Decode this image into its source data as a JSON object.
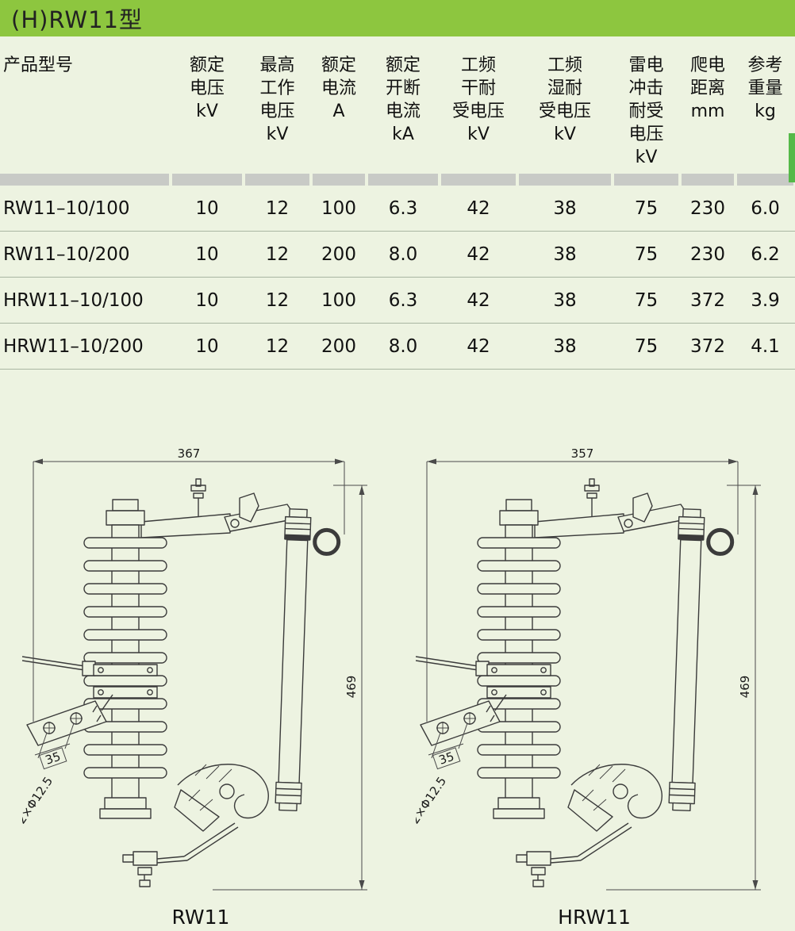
{
  "header": {
    "title": "(H)RW11型"
  },
  "table": {
    "columns": [
      "产品型号",
      "额定\n电压\nkV",
      "最高\n工作\n电压\nkV",
      "额定\n电流\nA",
      "额定\n开断\n电流\nkA",
      "工频\n干耐\n受电压\nkV",
      "工频\n湿耐\n受电压\nkV",
      "雷电\n冲击\n耐受\n电压\nkV",
      "爬电\n距离\nmm",
      "参考\n重量\nkg"
    ],
    "rows": [
      [
        "RW11–10/100",
        "10",
        "12",
        "100",
        "6.3",
        "42",
        "38",
        "75",
        "230",
        "6.0"
      ],
      [
        "RW11–10/200",
        "10",
        "12",
        "200",
        "8.0",
        "42",
        "38",
        "75",
        "230",
        "6.2"
      ],
      [
        "HRW11–10/100",
        "10",
        "12",
        "100",
        "6.3",
        "42",
        "38",
        "75",
        "372",
        "3.9"
      ],
      [
        "HRW11–10/200",
        "10",
        "12",
        "200",
        "8.0",
        "42",
        "38",
        "75",
        "372",
        "4.1"
      ]
    ]
  },
  "drawings": [
    {
      "caption": "RW11",
      "width_dim": "367",
      "height_dim": "469",
      "hole_spacing": "35",
      "hole_label": "2×Φ12.5"
    },
    {
      "caption": "HRW11",
      "width_dim": "357",
      "height_dim": "469",
      "hole_spacing": "35",
      "hole_label": "2×Φ12.5"
    }
  ],
  "colors": {
    "accent_green": "#8dc63f",
    "side_tab_green": "#55b948",
    "page_bg": "#edf3e1",
    "band_gray": "#c8cac6",
    "row_line": "#a9b6a2"
  }
}
